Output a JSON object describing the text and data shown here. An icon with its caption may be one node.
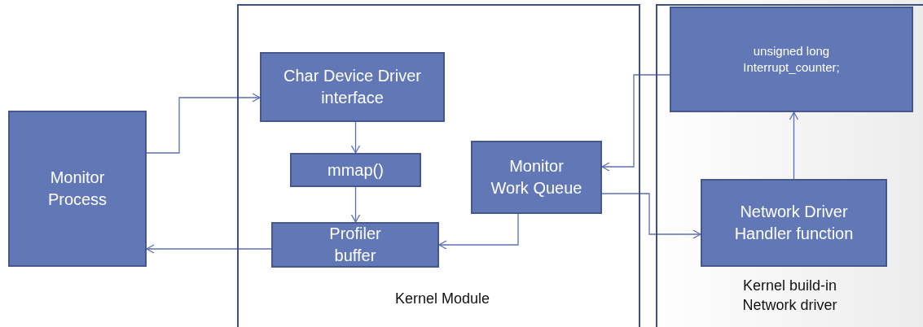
{
  "diagram": {
    "nodes": [
      {
        "text": [
          "Kernel Module"
        ]
      },
      {
        "text": [
          "Kernel build-in Network driver"
        ]
      },
      {
        "text": [
          "Monitor Process"
        ]
      },
      {
        "text": [
          "Char Device Driver interface"
        ],
        "in": 0
      },
      {
        "text": [
          "mmap()"
        ],
        "in": 0
      },
      {
        "text": [
          "Profiler buffer"
        ],
        "in": 0
      },
      {
        "text": [
          "Monitor Work Queue"
        ],
        "in": 0
      },
      {
        "text": [
          "unsigned long Interrupt_counter;"
        ],
        "in": 1
      },
      {
        "text": [
          "Network Driver Handler function"
        ],
        "in": 1
      }
    ],
    "edges": [
      {
        "from": 2,
        "to": 3,
        "arrow": "to"
      },
      {
        "from": 3,
        "to": 4,
        "arrow": "to"
      },
      {
        "from": 4,
        "to": 5,
        "arrow": "to"
      },
      {
        "from": 5,
        "to": 2,
        "arrow": "to"
      },
      {
        "from": 6,
        "to": 5,
        "arrow": "to"
      },
      {
        "from": 7,
        "to": 6,
        "arrow": "to"
      },
      {
        "from": 6,
        "to": 8,
        "arrow": "to"
      },
      {
        "from": 8,
        "to": 7,
        "arrow": "to"
      }
    ]
  }
}
